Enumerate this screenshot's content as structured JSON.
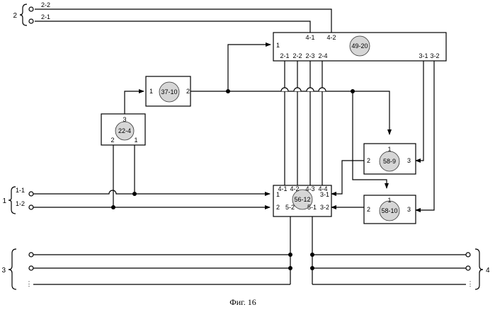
{
  "figure": {
    "caption": "Фиг. 16"
  },
  "colors": {
    "line": "#000000",
    "block_badge_fill": "#d6d6d6",
    "background": "#ffffff"
  },
  "groups": {
    "g1": "1",
    "g2": "2",
    "g3": "3",
    "g4": "4"
  },
  "terminals": {
    "t1_1": "1-1",
    "t1_2": "1-2",
    "t2_1": "2-1",
    "t2_2": "2-2",
    "ellipsis": "⋮"
  },
  "blocks": {
    "b4920": {
      "label": "49-20",
      "ports": {
        "p1": "1",
        "p4_1": "4-1",
        "p4_2": "4-2",
        "p2_1": "2-1",
        "p2_2": "2-2",
        "p2_3": "2-3",
        "p2_4": "2-4",
        "p3_1": "3-1",
        "p3_2": "3-2"
      }
    },
    "b3710": {
      "label": "37-10",
      "ports": {
        "p1": "1",
        "p2": "2"
      }
    },
    "b224": {
      "label": "22-4",
      "ports": {
        "p3": "3",
        "p2": "2",
        "p1": "1"
      }
    },
    "b589": {
      "label": "58-9",
      "ports": {
        "p1": "1",
        "p2": "2",
        "p3": "3"
      }
    },
    "b5810": {
      "label": "58-10",
      "ports": {
        "p1": "1",
        "p2": "2",
        "p3": "3"
      }
    },
    "b5612": {
      "label": "56-12",
      "ports": {
        "p4_1": "4-1",
        "p4_2": "4-2",
        "p4_3": "4-3",
        "p4_4": "4-4",
        "p1": "1",
        "p2": "2",
        "p3_1": "3-1",
        "p3_2": "3-2",
        "p5_2": "5-2",
        "p5_1": "5-1"
      }
    }
  }
}
